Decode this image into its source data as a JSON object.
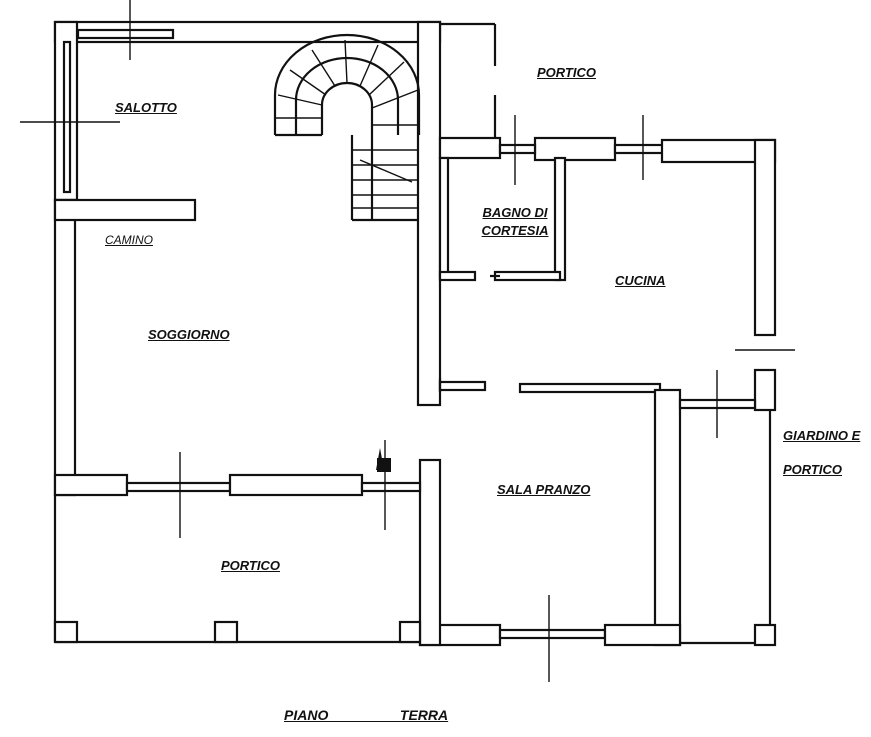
{
  "plan": {
    "title": "PIANO    TERRA",
    "rooms": {
      "salotto": "SALOTTO",
      "portico_top": "PORTICO",
      "camino": "CAMINO",
      "bagno_line1": "BAGNO DI",
      "bagno_line2": "CORTESIA",
      "cucina": "CUCINA",
      "soggiorno": "SOGGIORNO",
      "sala_pranzo": "SALA PRANZO",
      "giardino_line1": "GIARDINO E",
      "giardino_line2": "PORTICO",
      "portico_bottom": "PORTICO"
    }
  }
}
